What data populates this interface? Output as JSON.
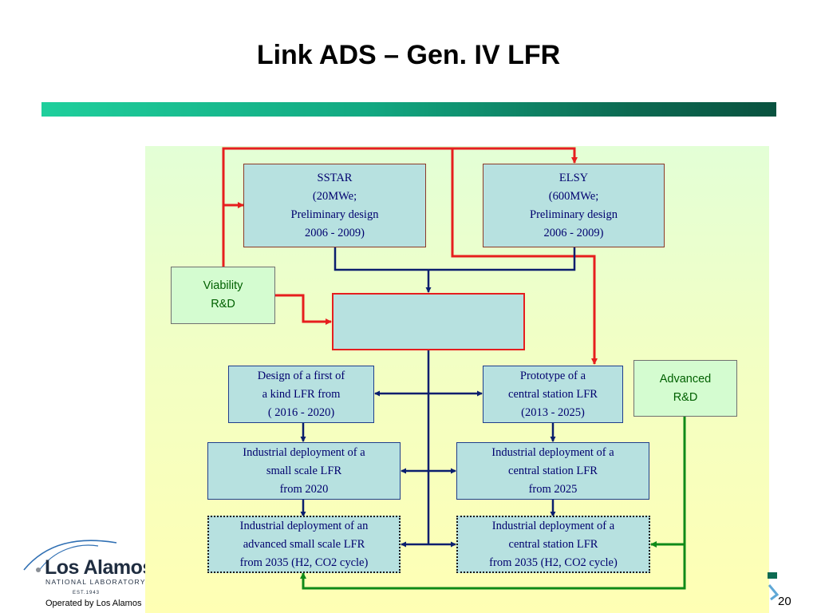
{
  "slide": {
    "title": "Link ADS – Gen. IV LFR",
    "page_number": "20",
    "footer_text": "Operated by Los Alamos"
  },
  "logo": {
    "name": "Los Alamos",
    "subtitle": "NATIONAL LABORATORY",
    "established": "EST.1943"
  },
  "diagram": {
    "sstar": {
      "lines": [
        "SSTAR",
        "(20MWe;",
        "Preliminary design",
        "2006 - 2009)"
      ]
    },
    "elsy": {
      "lines": [
        "ELSY",
        "(600MWe;",
        "Preliminary design",
        "2006 - 2009)"
      ]
    },
    "center_box": {
      "lines": [
        "",
        "",
        ""
      ]
    },
    "first_of_kind": {
      "lines": [
        "Design of a first of",
        "a kind  LFR  from",
        "( 2016 - 2020)"
      ]
    },
    "prototype": {
      "lines": [
        "Prototype of a",
        "central station LFR",
        "(2013 - 2025)"
      ]
    },
    "industrial_small": {
      "lines": [
        "Industrial deployment of a",
        "small scale LFR",
        "from 2020"
      ]
    },
    "industrial_central": {
      "lines": [
        "Industrial deployment of a",
        "central station LFR",
        "from 2025"
      ]
    },
    "industrial_adv_small": {
      "lines": [
        "Industrial deployment of an",
        "advanced small scale LFR",
        "from 2035 (H2, CO2 cycle)"
      ]
    },
    "industrial_adv_central": {
      "lines": [
        "Industrial deployment of a",
        "central station LFR",
        "from 2035 (H2, CO2 cycle)"
      ]
    },
    "viability": {
      "lines": [
        "Viability",
        "R&D"
      ]
    },
    "advanced": {
      "lines": [
        "Advanced",
        "R&D"
      ]
    }
  },
  "colors": {
    "red_arrow": "#e61e1e",
    "navy_arrow": "#0a1e6e",
    "green_arrow": "#0f8a18",
    "box_fill": "#b7e1e0",
    "box_text": "#00006e",
    "side_fill": "#d4fcd0"
  }
}
